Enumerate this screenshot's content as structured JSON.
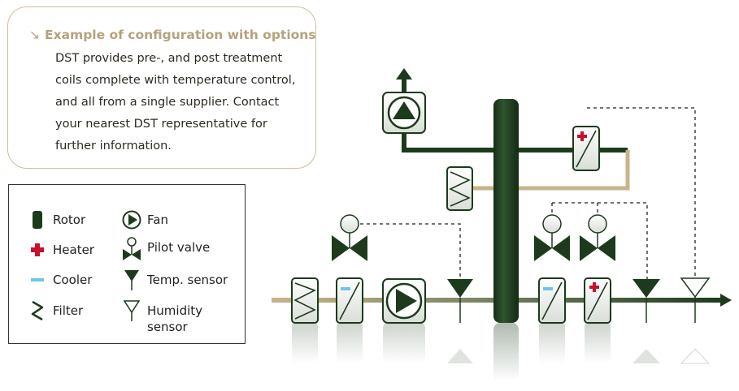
{
  "info": {
    "title": "Example of configuration with options",
    "body": [
      "DST provides pre-, and post treatment",
      "coils complete with temperature control,",
      "and all from a single supplier. Contact",
      "your nearest DST representative for",
      "further information."
    ]
  },
  "legend": {
    "items": [
      {
        "label": "Rotor",
        "icon": "rotor-icon"
      },
      {
        "label": "Heater",
        "icon": "heater-icon"
      },
      {
        "label": "Cooler",
        "icon": "cooler-icon"
      },
      {
        "label": "Filter",
        "icon": "filter-icon"
      },
      {
        "label": "Fan",
        "icon": "fan-icon"
      },
      {
        "label": "Pilot valve",
        "icon": "pilot-valve-icon"
      },
      {
        "label": "Temp. sensor",
        "icon": "temp-sensor-icon"
      },
      {
        "label": "Humidity",
        "label2": "sensor",
        "icon": "humidity-sensor-icon"
      }
    ]
  },
  "colors": {
    "dark_green": "#1d3a1d",
    "tan": "#c8b48a",
    "heater_red": "#c8102e",
    "cooler_blue": "#6ec6e6",
    "title_tan": "#b4a27c"
  }
}
